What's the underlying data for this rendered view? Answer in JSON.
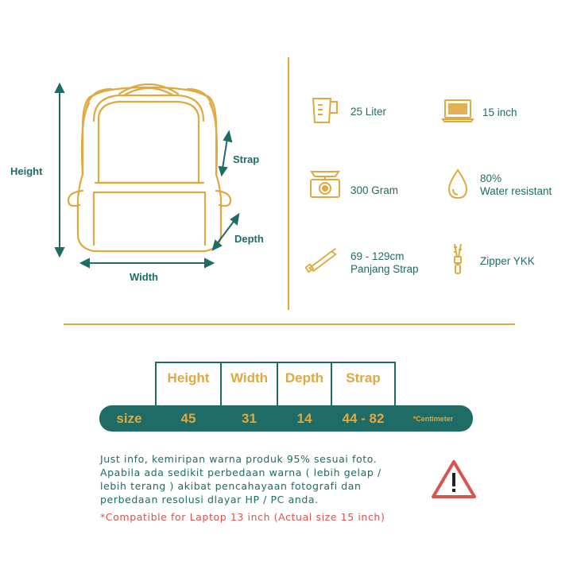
{
  "dimensions": {
    "height_label": "Height",
    "width_label": "Width",
    "strap_label": "Strap",
    "depth_label": "Depth"
  },
  "specs": [
    {
      "icon": "measuring-cup-icon",
      "text": "25 Liter"
    },
    {
      "icon": "laptop-icon",
      "text": "15 inch"
    },
    {
      "icon": "scale-icon",
      "text": "300 Gram"
    },
    {
      "icon": "water-drop-icon",
      "line1": "80%",
      "line2": "Water resistant"
    },
    {
      "icon": "strap-icon",
      "line1": "69 - 129cm",
      "line2": "Panjang Strap"
    },
    {
      "icon": "zipper-icon",
      "text": "Zipper YKK"
    }
  ],
  "size_table": {
    "headers": [
      "Height",
      "Width",
      "Depth",
      "Strap"
    ],
    "row_label": "size",
    "values": [
      "45",
      "31",
      "14",
      "44 - 82"
    ],
    "unit_note": "*Centimeter"
  },
  "note": {
    "lines": [
      "Just info, kemiripan warna produk 95% sesuai foto.",
      "Apabila ada sedikit perbedaan warna ( lebih gelap /",
      "lebih terang ) akibat pencahayaan fotografi dan",
      "perbedaan resolusi dlayar HP / PC anda."
    ],
    "warning_icon": "warning-triangle-icon"
  },
  "compatibility": "*Compatible for Laptop 13 inch (Actual size 15 inch)",
  "colors": {
    "teal": "#1f6b65",
    "gold": "#e0a93f",
    "red": "#d9534f"
  }
}
